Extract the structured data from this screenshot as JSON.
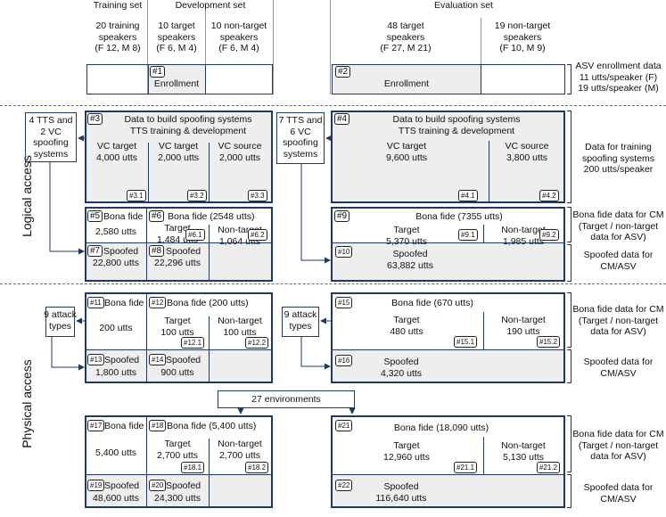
{
  "headers": {
    "training": "Training set",
    "development": "Development set",
    "evaluation": "Evaluation set"
  },
  "speakers": {
    "train": [
      "20 training",
      "speakers",
      "(F 12, M 8)"
    ],
    "dev_target": [
      "10 target",
      "speakers",
      "(F 6, M 4)"
    ],
    "dev_nontarget": [
      "10 non-target",
      "speakers",
      "(F 6, M 4)"
    ],
    "eval_target": [
      "48 target",
      "speakers",
      "(F 27, M 21)"
    ],
    "eval_nontarget": [
      "19 non-target",
      "speakers",
      "(F 10, M 9)"
    ]
  },
  "enrollment": {
    "tag1": "#1",
    "label1": "Enrollment",
    "tag2": "#2",
    "label2": "Enrollment",
    "side": [
      "ASV enrollment data",
      "11 utts/speaker (F)",
      "19 utts/speaker (M)"
    ]
  },
  "side_labels": {
    "logical": "Logical access",
    "physical": "Physical access"
  },
  "la": {
    "dev_systems": [
      "4 TTS and",
      "2 VC",
      "spoofing",
      "systems"
    ],
    "eval_systems": [
      "7 TTS and",
      "6 VC",
      "spoofing",
      "systems"
    ],
    "b3": {
      "tag": "#3",
      "title": [
        "Data to build spoofing systems",
        "TTS training & development"
      ],
      "c1": [
        "VC target",
        "4,000 utts"
      ],
      "t1": "#3.1",
      "c2": [
        "VC target",
        "2,000 utts"
      ],
      "t2": "#3.2",
      "c3": [
        "VC source",
        "2,000 utts"
      ],
      "t3": "#3.3"
    },
    "b4": {
      "tag": "#4",
      "title": [
        "Data to build spoofing systems",
        "TTS training & development"
      ],
      "c1": [
        "VC target",
        "9,600 utts"
      ],
      "t1": "#4.1",
      "c2": [
        "VC source",
        "3,800 utts"
      ],
      "t2": "#4.2"
    },
    "b5": {
      "tag": "#5",
      "label": "Bona fide",
      "value": "2,580 utts"
    },
    "b6": {
      "tag": "#6",
      "label": "Bona fide (2548 utts)",
      "c1": [
        "Target",
        "1,484 utts"
      ],
      "t1": "#6.1",
      "c2": [
        "Non-target",
        "1,064 utts"
      ],
      "t2": "#6.2"
    },
    "b7": {
      "tag": "#7",
      "label": "Spoofed",
      "value": "22,800 utts"
    },
    "b8": {
      "tag": "#8",
      "label": "Spoofed",
      "value": "22,296 utts"
    },
    "b9": {
      "tag": "#9",
      "label": "Bona fide (7355 utts)",
      "c1": [
        "Target",
        "5,370 utts"
      ],
      "t1": "#9.1",
      "c2": [
        "Non-target",
        "1,985 utts"
      ],
      "t2": "#9.2"
    },
    "b10": {
      "tag": "#10",
      "label": "Spoofed",
      "value": "63,882 utts"
    },
    "side_train": [
      "Data for training",
      "spoofing systems",
      "200 utts/speaker"
    ],
    "side_bona": [
      "Bona fide data for CM",
      "(Target / non-target",
      "data for ASV)"
    ],
    "side_spoof": [
      "Spoofed data for",
      "CM/ASV"
    ]
  },
  "pa": {
    "attack_dev": [
      "9 attack",
      "types"
    ],
    "attack_eval": [
      "9 attack",
      "types"
    ],
    "environments": "27 environments",
    "b11": {
      "tag": "#11",
      "label": "Bona fide",
      "value": "200 utts"
    },
    "b12": {
      "tag": "#12",
      "label": "Bona fide (200 utts)",
      "c1": [
        "Target",
        "100 utts"
      ],
      "t1": "#12.1",
      "c2": [
        "Non-target",
        "100 utts"
      ],
      "t2": "#12.2"
    },
    "b13": {
      "tag": "#13",
      "label": "Spoofed",
      "value": "1,800 utts"
    },
    "b14": {
      "tag": "#14",
      "label": "Spoofed",
      "value": "900 utts"
    },
    "b15": {
      "tag": "#15",
      "label": "Bona fide (670 utts)",
      "c1": [
        "Target",
        "480 utts"
      ],
      "t1": "#15.1",
      "c2": [
        "Non-target",
        "190 utts"
      ],
      "t2": "#15.2"
    },
    "b16": {
      "tag": "#16",
      "label": "Spoofed",
      "value": "4,320 utts"
    },
    "b17": {
      "tag": "#17",
      "label": "Bona fide",
      "value": "5,400 utts"
    },
    "b18": {
      "tag": "#18",
      "label": "Bona fide (5,400 utts)",
      "c1": [
        "Target",
        "2,700 utts"
      ],
      "t1": "#18.1",
      "c2": [
        "Non-target",
        "2,700 utts"
      ],
      "t2": "#18.2"
    },
    "b19": {
      "tag": "#19",
      "label": "Spoofed",
      "value": "48,600 utts"
    },
    "b20": {
      "tag": "#20",
      "label": "Spoofed",
      "value": "24,300 utts"
    },
    "b21": {
      "tag": "#21",
      "label": "Bona fide (18,090 utts)",
      "c1": [
        "Target",
        "12,960 utts"
      ],
      "t1": "#21.1",
      "c2": [
        "Non-target",
        "5,130 utts"
      ],
      "t2": "#21.2"
    },
    "b22": {
      "tag": "#22",
      "label": "Spoofed",
      "value": "116,640 utts"
    },
    "side_bona1": [
      "Bona fide data for CM",
      "(Target / non-target",
      "data for ASV)"
    ],
    "side_spoof1": [
      "Spoofed data for",
      "CM/ASV"
    ],
    "side_bona2": [
      "Bona fide data for CM",
      "(Target / non-target",
      "data for ASV)"
    ],
    "side_spoof2": [
      "Spoofed data for",
      "CM/ASV"
    ]
  }
}
